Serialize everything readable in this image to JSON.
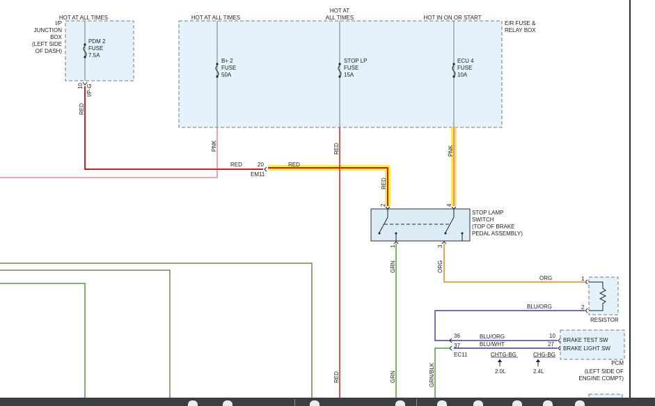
{
  "supply_labels": {
    "hot_at_all_times_left": "HOT AT ALL TIMES",
    "hot_at_all_times_mid": "HOT AT ALL TIMES",
    "hot_at_line1": "HOT AT",
    "hot_at_line2": "ALL TIMES",
    "hot_in_on_or_start": "HOT IN ON OR START"
  },
  "ip_junction_box": {
    "label": [
      "I/P",
      "JUNCTION",
      "BOX",
      "(LEFT SIDE",
      "OF DASH)"
    ],
    "fuse": [
      "PDM 2",
      "FUSE",
      "7.5A"
    ],
    "pin": "10",
    "connector": "I/P-G"
  },
  "er_box": {
    "label": [
      "E/R FUSE &",
      "RELAY BOX"
    ],
    "fuse_b2": [
      "B+ 2",
      "FUSE",
      "50A"
    ],
    "fuse_stop": [
      "STOP LP",
      "FUSE",
      "15A"
    ],
    "fuse_ecu": [
      "ECU 4",
      "FUSE",
      "10A"
    ]
  },
  "wires": {
    "red_left": "RED",
    "pnk_left": "PNK",
    "red_em11_left": "RED",
    "red_em11_right": "RED",
    "red_stop_vertical": "RED",
    "red_switch_in": "RED",
    "pnk_switch_in": "PNK",
    "grn": "GRN",
    "org_vertical": "ORG",
    "org_resistor": "ORG",
    "blu_org_resistor": "BLU/ORG",
    "blu_org_pcm": "BLU/ORG",
    "blu_wht_pcm": "BLU/WHT",
    "red_bottom": "RED",
    "grn_bottom": "GRN",
    "grn_blk": "GRN/BLK"
  },
  "connectors": {
    "em11_pin": "20",
    "em11": "EM11",
    "ec11": "EC11",
    "ec11_pin_36": "36",
    "ec11_pin_37": "37"
  },
  "stop_lamp_switch": {
    "label": [
      "STOP LAMP",
      "SWITCH",
      "(TOP OF BRAKE",
      "PEDAL ASSEMBLY)"
    ],
    "pin2": "2",
    "pin4": "4",
    "pin1": "1",
    "pin3": "3"
  },
  "resistor": {
    "label": "RESISTOR",
    "pin1": "1",
    "pin2": "2"
  },
  "pcm": {
    "brake_test": "BRAKE TEST SW",
    "brake_light": "BRAKE LIGHT SW",
    "pin10": "10",
    "pin27": "27",
    "label": [
      "PCM",
      "(LEFT SIDE OF",
      "ENGINE COMPT)"
    ],
    "chtg_bg": "CHTG-BG",
    "chg_bg": "CHG-BG",
    "engine_20": "2.0L",
    "engine_24": "2.4L"
  },
  "colors": {
    "red": "#cc1f1f",
    "pink": "#e8879b",
    "green": "#4a9e3a",
    "olive": "#8a7a52",
    "orange": "#e08a1e",
    "blue_org": "#4b3d99",
    "blue_wht": "#2e3a8c",
    "highlight": "#ffe94a",
    "toolbar": "#3b3f44"
  }
}
